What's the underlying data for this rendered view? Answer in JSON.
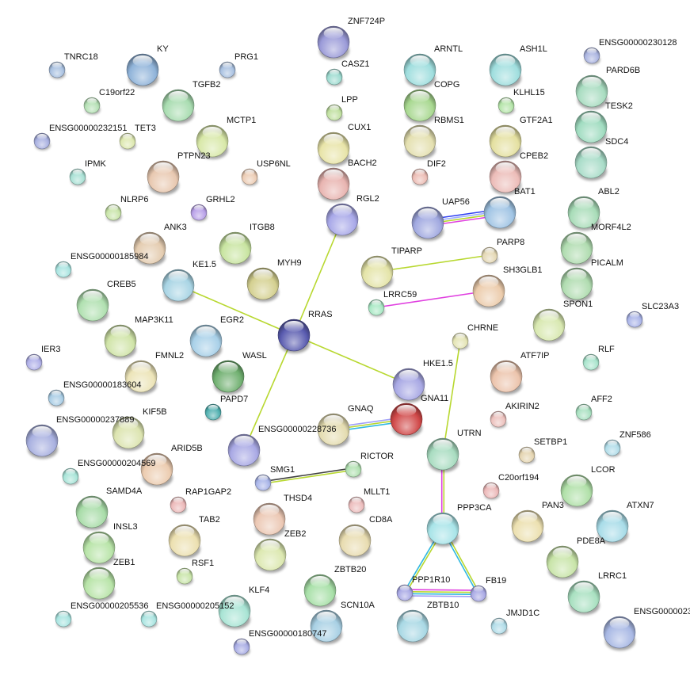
{
  "nodes": [
    {
      "label": "ZNF724P",
      "color": "#9a9ad8"
    },
    {
      "label": "TNRC18",
      "color": "#a8c0e0"
    },
    {
      "label": "KY",
      "color": "#8fb3d9"
    },
    {
      "label": "PRG1",
      "color": "#a8c0e0"
    },
    {
      "label": "CASZ1",
      "color": "#9ddbd0"
    },
    {
      "label": "ARNTL",
      "color": "#9fdede"
    },
    {
      "label": "ASH1L",
      "color": "#9fdede"
    },
    {
      "label": "ENSG00000230128",
      "color": "#aab4e0"
    },
    {
      "label": "C19orf22",
      "color": "#b4e0b4"
    },
    {
      "label": "TGFB2",
      "color": "#a8dcb0"
    },
    {
      "label": "LPP",
      "color": "#c0e0a0"
    },
    {
      "label": "COPG",
      "color": "#a8d890"
    },
    {
      "label": "KLHL15",
      "color": "#b4e4a8"
    },
    {
      "label": "PARD6B",
      "color": "#a8dcc0"
    },
    {
      "label": "TESK2",
      "color": "#a0dcc0"
    },
    {
      "label": "ENSG00000232151",
      "color": "#a8b0e0"
    },
    {
      "label": "TET3",
      "color": "#dde8b0"
    },
    {
      "label": "MCTP1",
      "color": "#d8e8a8"
    },
    {
      "label": "CUX1",
      "color": "#e8e4a8"
    },
    {
      "label": "RBMS1",
      "color": "#e4e0b0"
    },
    {
      "label": "GTF2A1",
      "color": "#e4e0a0"
    },
    {
      "label": "SDC4",
      "color": "#a8dcc8"
    },
    {
      "label": "IPMK",
      "color": "#a8e0d4"
    },
    {
      "label": "PTPN23",
      "color": "#e8c8b0"
    },
    {
      "label": "USP6NL",
      "color": "#ecccb4"
    },
    {
      "label": "BACH2",
      "color": "#e8b4b0"
    },
    {
      "label": "DIF2",
      "color": "#ecbcb4"
    },
    {
      "label": "CPEB2",
      "color": "#ecbcb8"
    },
    {
      "label": "NLRP6",
      "color": "#c8e4a8"
    },
    {
      "label": "GRHL2",
      "color": "#b8a0e8"
    },
    {
      "label": "RGL2",
      "color": "#a8a8e8"
    },
    {
      "label": "UAP56",
      "color": "#a0a8e0"
    },
    {
      "label": "BAT1",
      "color": "#a0c4e4"
    },
    {
      "label": "ABL2",
      "color": "#a8dcb8"
    },
    {
      "label": "ANK3",
      "color": "#e4ccb0"
    },
    {
      "label": "ITGB8",
      "color": "#c8e4a0"
    },
    {
      "label": "MORF4L2",
      "color": "#b0dcb0"
    },
    {
      "label": "ENSG00000185984",
      "color": "#a8e4e0"
    },
    {
      "label": "TIPARP",
      "color": "#e4e4a8"
    },
    {
      "label": "PARP8",
      "color": "#e4d8b4"
    },
    {
      "label": "KE1.5",
      "color": "#a8d4e4"
    },
    {
      "label": "MYH9",
      "color": "#d4d090"
    },
    {
      "label": "PICALM",
      "color": "#b0dcb0"
    },
    {
      "label": "SH3GLB1",
      "color": "#ecccac"
    },
    {
      "label": "CREB5",
      "color": "#b0e0b0"
    },
    {
      "label": "LRRC59",
      "color": "#a8e8c4"
    },
    {
      "label": "RRAS",
      "color": "#5a5cb0"
    },
    {
      "label": "SPON1",
      "color": "#d8e8b0"
    },
    {
      "label": "SLC23A3",
      "color": "#aab4e8"
    },
    {
      "label": "CHRNE",
      "color": "#e4e4b4"
    },
    {
      "label": "MAP3K11",
      "color": "#d0e4a8"
    },
    {
      "label": "EGR2",
      "color": "#a8d0e8"
    },
    {
      "label": "IER3",
      "color": "#b0b0e8"
    },
    {
      "label": "FMNL2",
      "color": "#ece4b8"
    },
    {
      "label": "WASL",
      "color": "#70b070"
    },
    {
      "label": "HKE1.5",
      "color": "#a8a8e4"
    },
    {
      "label": "ATF7IP",
      "color": "#ecc4ac"
    },
    {
      "label": "RLF",
      "color": "#a8e4cc"
    },
    {
      "label": "ENSG00000183604",
      "color": "#a8cce4"
    },
    {
      "label": "PAPD7",
      "color": "#50b0b0"
    },
    {
      "label": "GNAQ",
      "color": "#e4dcb0"
    },
    {
      "label": "GNA11",
      "color": "#d04848"
    },
    {
      "label": "AKIRIN2",
      "color": "#ecc0bc"
    },
    {
      "label": "AFF2",
      "color": "#a8e0c0"
    },
    {
      "label": "ENSG00000237889",
      "color": "#a8b0e0"
    },
    {
      "label": "KIF5B",
      "color": "#dce4b0"
    },
    {
      "label": "ENSG00000228736",
      "color": "#a8a8e4"
    },
    {
      "label": "UTRN",
      "color": "#a8dcc0"
    },
    {
      "label": "SETBP1",
      "color": "#e4d4b0"
    },
    {
      "label": "ZNF586",
      "color": "#b0dce8"
    },
    {
      "label": "ARID5B",
      "color": "#ecccb0"
    },
    {
      "label": "ENSG00000204569",
      "color": "#a8e4d8"
    },
    {
      "label": "SMG1",
      "color": "#a8b4e8"
    },
    {
      "label": "RICTOR",
      "color": "#b0e0b0"
    },
    {
      "label": "C20orf194",
      "color": "#ecb8b8"
    },
    {
      "label": "LCOR",
      "color": "#b0e0a8"
    },
    {
      "label": "SAMD4A",
      "color": "#a8dca8"
    },
    {
      "label": "RAP1GAP2",
      "color": "#ecb8b8"
    },
    {
      "label": "MLLT1",
      "color": "#ecbcbc"
    },
    {
      "label": "THSD4",
      "color": "#ecc8b4"
    },
    {
      "label": "PPP3CA",
      "color": "#a8e4e8"
    },
    {
      "label": "PAN3",
      "color": "#ece0b0"
    },
    {
      "label": "ATXN7",
      "color": "#a8dce8"
    },
    {
      "label": "INSL3",
      "color": "#b8e4a8"
    },
    {
      "label": "TAB2",
      "color": "#ece0b0"
    },
    {
      "label": "CD8A",
      "color": "#e8dcb0"
    },
    {
      "label": "ZEB2",
      "color": "#dce8b0"
    },
    {
      "label": "PDE8A",
      "color": "#c8e4a8"
    },
    {
      "label": "ZEB1",
      "color": "#b8e4a8"
    },
    {
      "label": "RSF1",
      "color": "#c8e4a8"
    },
    {
      "label": "ZBTB20",
      "color": "#a8e0a8"
    },
    {
      "label": "PPP1R10",
      "color": "#a8a8e4"
    },
    {
      "label": "FB19",
      "color": "#a8a8e4"
    },
    {
      "label": "LRRC1",
      "color": "#a8e0c0"
    },
    {
      "label": "KLF4",
      "color": "#a8e4d4"
    },
    {
      "label": "SCN10A",
      "color": "#a8d0e4"
    },
    {
      "label": "ZBTB10",
      "color": "#a8d8e4"
    },
    {
      "label": "ENSG00000205536",
      "color": "#a8e4e0"
    },
    {
      "label": "ENSG00000205152",
      "color": "#a8e4e0"
    },
    {
      "label": "JMJD1C",
      "color": "#b0dce8"
    },
    {
      "label": "ENSG0000023",
      "color": "#a8b8e4"
    },
    {
      "label": "ENSG00000180747",
      "color": "#a8ace4"
    }
  ],
  "edges": [
    {
      "from": "RGL2",
      "to": "RRAS",
      "colors": [
        "#b8d830"
      ]
    },
    {
      "from": "KE1.5",
      "to": "RRAS",
      "colors": [
        "#b8d830"
      ]
    },
    {
      "from": "RRAS",
      "to": "HKE1.5",
      "colors": [
        "#b8d830"
      ]
    },
    {
      "from": "RRAS",
      "to": "ENSG00000228736",
      "colors": [
        "#b8d830"
      ]
    },
    {
      "from": "TIPARP",
      "to": "PARP8",
      "colors": [
        "#b8d830"
      ]
    },
    {
      "from": "LRRC59",
      "to": "SH3GLB1",
      "colors": [
        "#e040e0"
      ]
    },
    {
      "from": "UAP56",
      "to": "BAT1",
      "colors": [
        "#3040f0",
        "#a0b0ff",
        "#b8d830",
        "#e040e0"
      ]
    },
    {
      "from": "GNAQ",
      "to": "GNA11",
      "colors": [
        "#a0a0f8",
        "#b8d830",
        "#30b8e0"
      ]
    },
    {
      "from": "SMG1",
      "to": "RICTOR",
      "colors": [
        "#404040",
        "#b8d830"
      ]
    },
    {
      "from": "CHRNE",
      "to": "UTRN",
      "colors": [
        "#b8d830"
      ]
    },
    {
      "from": "UTRN",
      "to": "PPP3CA",
      "colors": [
        "#b8d830",
        "#e040e0"
      ]
    },
    {
      "from": "PPP3CA",
      "to": "PPP1R10",
      "colors": [
        "#b8d830",
        "#30b8e0"
      ]
    },
    {
      "from": "PPP3CA",
      "to": "FB19",
      "colors": [
        "#b8d830",
        "#30b8e0"
      ]
    },
    {
      "from": "PPP1R10",
      "to": "FB19",
      "colors": [
        "#e040e0",
        "#b8d830",
        "#30b8e0",
        "#a0a0f8"
      ]
    }
  ]
}
